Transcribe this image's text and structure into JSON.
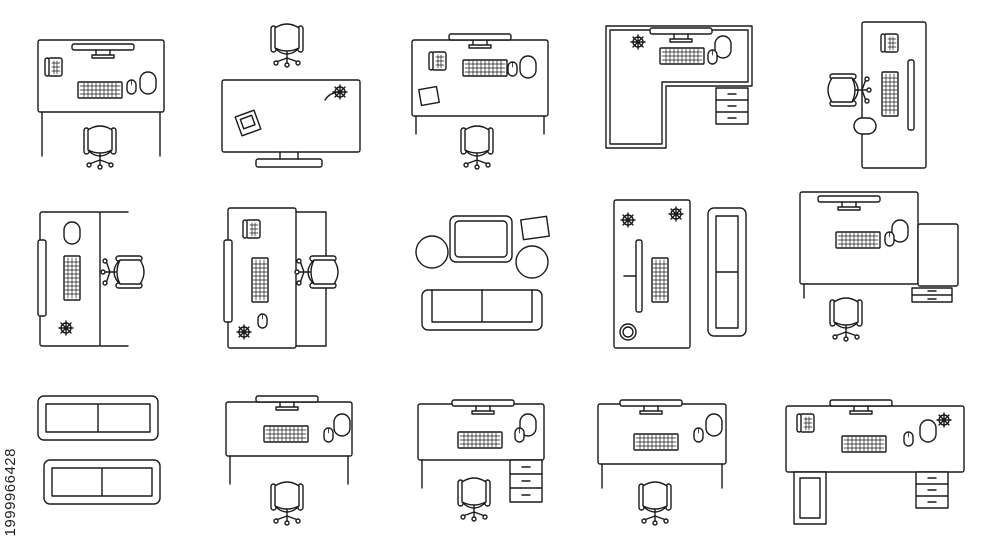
{
  "watermark": {
    "stock_id": "1999966428"
  },
  "items": [
    {
      "row": 1,
      "name": "desk-monitor-chair-front"
    },
    {
      "row": 1,
      "name": "desk-chair-behind-monitor"
    },
    {
      "row": 1,
      "name": "desk-book-chair"
    },
    {
      "row": 1,
      "name": "corner-desk-drawers"
    },
    {
      "row": 1,
      "name": "vertical-desk-chair-left"
    },
    {
      "row": 2,
      "name": "desk-monitor-left-chair-right"
    },
    {
      "row": 2,
      "name": "desk-phone-monitor-left"
    },
    {
      "row": 2,
      "name": "lounge-sofa-table"
    },
    {
      "row": 2,
      "name": "tall-desk-sofa"
    },
    {
      "row": 2,
      "name": "desk-return-chair"
    },
    {
      "row": 3,
      "name": "double-sofa"
    },
    {
      "row": 3,
      "name": "simple-desk-chair"
    },
    {
      "row": 3,
      "name": "desk-drawers-chair"
    },
    {
      "row": 3,
      "name": "compact-desk-chair"
    },
    {
      "row": 3,
      "name": "desk-phone-two-pedestals"
    }
  ]
}
